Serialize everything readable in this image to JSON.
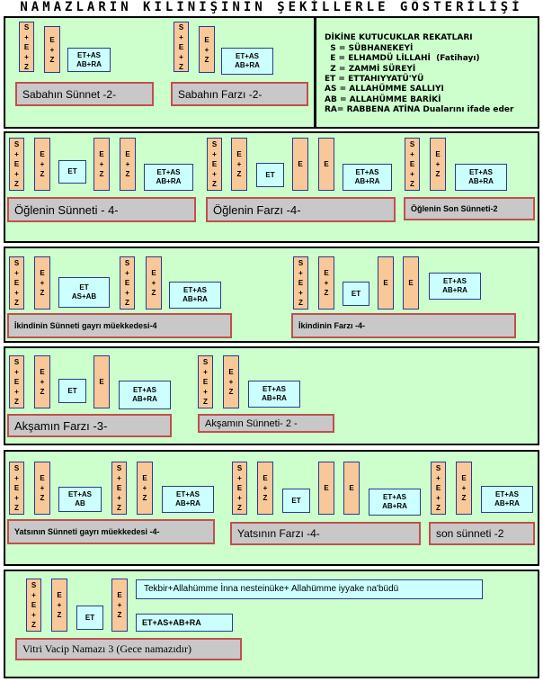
{
  "title": "NAMAZLARIN KILINIŞININ ŞEKİLLERLE GÖSTERİLİŞİ",
  "rakat": {
    "sez": [
      "S",
      "+",
      "E",
      "+",
      "Z"
    ],
    "ez": [
      "E",
      "+",
      "Z"
    ],
    "e": [
      "E"
    ]
  },
  "boxes": {
    "et_as_ab_ra": "ET+AS\nAB+RA",
    "et": "ET",
    "et_as_ab": "ET\nAS+AB",
    "et_as_ab_short": "ET+AS\nAB",
    "tekbir": "Tekbir+Allahümme İnna nesteinüke+ Allahümme iyyake na'büdü",
    "et_as_ab_ra_line": "ET+AS+AB+RA"
  },
  "legend": {
    "lines": [
      "DİKİNE KUTUCUKLAR REKATLARI",
      "  S = SÜBHANEKEYİ",
      "  E = ELHAMDÜ LİLLAHİ  (Fatihayı)",
      "  Z = ZAMMİ SÜREYİ",
      "ET = ETTAHIYYATÜ'YÜ",
      "AS = ALLAHÜMME SALLIYI",
      "AB = ALLAHÜMME BARİKİ",
      "RA= RABBENA ATİNA Dualarını ifade eder"
    ]
  },
  "labels": {
    "sabah_sunnet": "Sabahın Sünnet -2-",
    "sabah_farz": "Sabahın Farzı -2-",
    "ogle_sunnet": "Öğlenin Sünneti   - 4-",
    "ogle_farz": "Öğlenin  Farzı   -4-",
    "ogle_son_sunnet": "Öğlenin Son Sünneti-2",
    "ikindi_sunnet": "İkindinin Sünneti gayrı müekkedesi-4",
    "ikindi_farz": "İkindinin Farzı  -4-",
    "aksam_farz": "Akşamın Farzı   -3-",
    "aksam_sunnet": "Akşamın Sünneti- 2 -",
    "yatsi_sunnet": "Yatsının Sünneti gayrı müekkedesi -4-",
    "yatsi_farz": "Yatsının  Farzı  -4-",
    "yatsi_son_sunnet": "son sünneti -2",
    "vitir": "Vitri Vacip Namazı  3 (Gece namazıdır)"
  },
  "colors": {
    "panel": "#ccffcc",
    "rakat": "#f8c898",
    "text_box": "#ccffff",
    "label": "#c8c8c8",
    "label_border": "#c0504d",
    "box_border": "#2a3b8f"
  }
}
